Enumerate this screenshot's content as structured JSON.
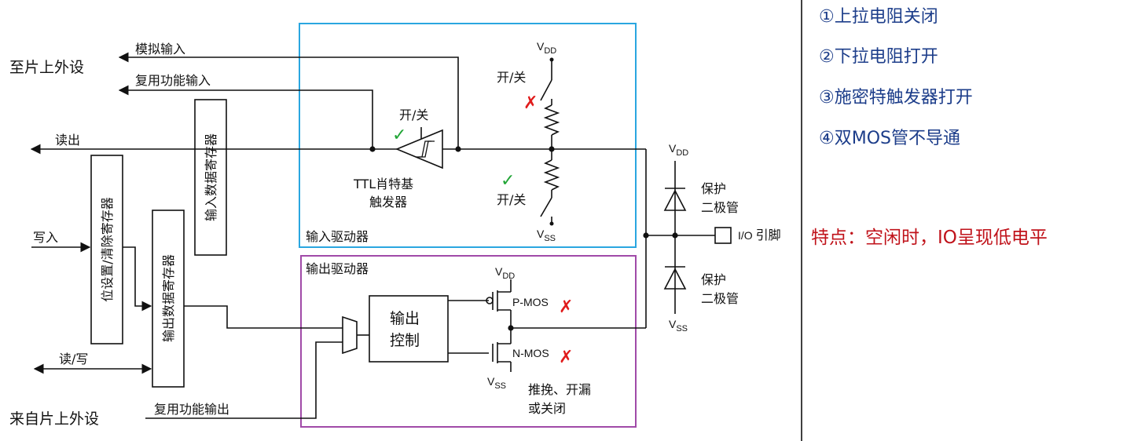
{
  "colors": {
    "input_driver_border": "#2aa6e0",
    "output_driver_border": "#a04aa8",
    "annotation_blue": "#1c3d8a",
    "feature_red": "#c0121a",
    "ok_green": "#21a536",
    "cross_red": "#e01b1b"
  },
  "left": {
    "to_peripheral": "至片上外设",
    "from_peripheral": "来自片上外设",
    "analog_input": "模拟输入",
    "alt_func_input": "复用功能输入",
    "read": "读出",
    "write": "写入",
    "read_write": "读/写",
    "alt_func_output": "复用功能输出"
  },
  "registers": {
    "input_data": "输入数据寄存器",
    "bit_set_reset": "位设置/清除寄存器",
    "output_data": "输出数据寄存器"
  },
  "input_driver": {
    "label": "输入驱动器",
    "schmitt_switch": "开/关",
    "schmitt_label_1": "TTL肖特基",
    "schmitt_label_2": "触发器",
    "pullup_switch": "开/关",
    "pulldown_switch": "开/关",
    "vdd": "V",
    "vdd_sub": "DD",
    "vss": "V",
    "vss_sub": "SS"
  },
  "output_driver": {
    "label": "输出驱动器",
    "control_1": "输出",
    "control_2": "控制",
    "pmos": "P-MOS",
    "nmos": "N-MOS",
    "vdd": "V",
    "vdd_sub": "DD",
    "vss": "V",
    "vss_sub": "SS",
    "mode_1": "推挽、开漏",
    "mode_2": "或关闭"
  },
  "protection": {
    "vdd": "V",
    "vdd_sub": "DD",
    "vss": "V",
    "vss_sub": "SS",
    "diode_top_1": "保护",
    "diode_top_2": "二极管",
    "diode_bot_1": "保护",
    "diode_bot_2": "二极管",
    "pin_prefix": "I/O",
    "pin_label": "引脚"
  },
  "marks": {
    "check": "✓",
    "cross": "✗"
  },
  "annotations": {
    "items": [
      "①上拉电阻关闭",
      "②下拉电阻打开",
      "③施密特触发器打开",
      "④双MOS管不导通"
    ],
    "feature": "特点：空闲时，IO呈现低电平"
  }
}
